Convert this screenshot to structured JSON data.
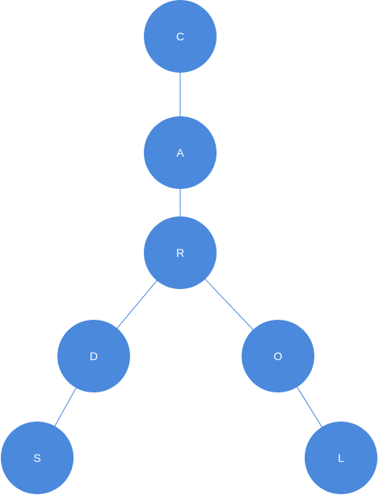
{
  "colors": {
    "node_fill": "#4a89dc",
    "edge": "#4a89dc",
    "label": "#ffffff",
    "background": "#ffffff"
  },
  "tree": {
    "nodes": [
      {
        "id": "C",
        "label": "C"
      },
      {
        "id": "A",
        "label": "A"
      },
      {
        "id": "R",
        "label": "R"
      },
      {
        "id": "D",
        "label": "D"
      },
      {
        "id": "O",
        "label": "O"
      },
      {
        "id": "S",
        "label": "S"
      },
      {
        "id": "L",
        "label": "L"
      }
    ],
    "edges": [
      {
        "from": "C",
        "to": "A"
      },
      {
        "from": "A",
        "to": "R"
      },
      {
        "from": "R",
        "to": "D"
      },
      {
        "from": "R",
        "to": "O"
      },
      {
        "from": "D",
        "to": "S"
      },
      {
        "from": "O",
        "to": "L"
      }
    ]
  }
}
